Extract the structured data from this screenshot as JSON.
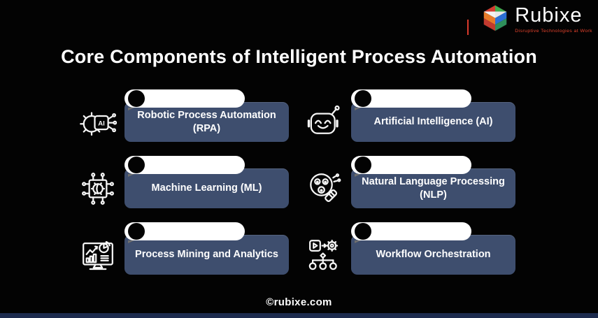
{
  "title": "Core Components of Intelligent Process Automation",
  "logo": {
    "brand": "Rubixe",
    "tagline": "Disruptive Technologies at Work"
  },
  "cards": [
    {
      "label": "Robotic Process Automation (RPA)",
      "icon": "rpa-gear-ai-chip-icon",
      "icon_text": "AI"
    },
    {
      "label": "Artificial Intelligence (AI)",
      "icon": "robot-head-icon"
    },
    {
      "label": "Machine Learning (ML)",
      "icon": "ml-chip-gear-icon"
    },
    {
      "label": "Natural Language Processing (NLP)",
      "icon": "nlp-magnifier-icon"
    },
    {
      "label": "Process Mining and Analytics",
      "icon": "analytics-monitor-icon"
    },
    {
      "label": "Workflow Orchestration",
      "icon": "workflow-orchestration-icon"
    }
  ],
  "footer": {
    "copyright": "©rubixe.com"
  },
  "colors": {
    "background": "#030303",
    "card_background": "#3e4e6e",
    "ribbon": "#ffffff",
    "title_text": "#ffffff",
    "card_text": "#ffffff",
    "tagline_red": "#e8432d",
    "bottom_bar": "#1d2b4e",
    "cube_red": "#d23b2f",
    "cube_green": "#3faa4e",
    "cube_blue": "#2b6fd4",
    "cube_orange": "#e87b2a"
  }
}
